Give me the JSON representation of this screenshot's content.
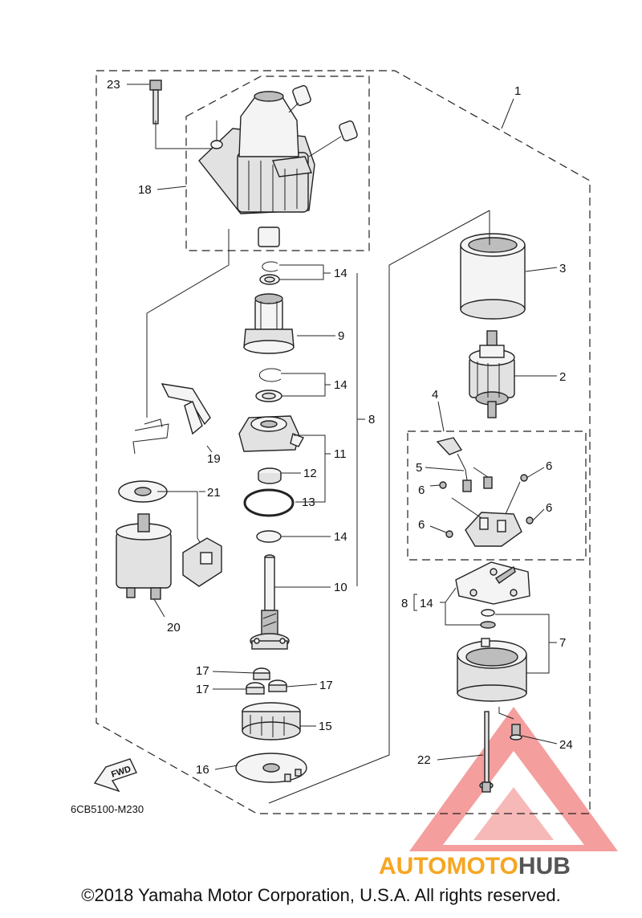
{
  "diagram": {
    "drawing_code": "6CB5100-M230",
    "fwd_label": "FWD",
    "copyright": "©2018 Yamaha Motor Corporation, U.S.A. All rights reserved.",
    "watermark": {
      "part1": "AUTOMOTO",
      "part2": "HUB",
      "color_primary": "#f6a623",
      "color_secondary": "#555555",
      "triangle_color": "#e8302f"
    },
    "callouts": {
      "c1": "1",
      "c2": "2",
      "c3": "3",
      "c4": "4",
      "c5": "5",
      "c6a": "6",
      "c6b": "6",
      "c6c": "6",
      "c6d": "6",
      "c7": "7",
      "c8a": "8",
      "c8b": "8",
      "c9": "9",
      "c10": "10",
      "c11": "11",
      "c12": "12",
      "c13": "13",
      "c14a": "14",
      "c14b": "14",
      "c14c": "14",
      "c14d": "14",
      "c15": "15",
      "c16": "16",
      "c17a": "17",
      "c17b": "17",
      "c17c": "17",
      "c18": "18",
      "c19": "19",
      "c20": "20",
      "c21": "21",
      "c22": "22",
      "c23": "23",
      "c24": "24"
    }
  }
}
